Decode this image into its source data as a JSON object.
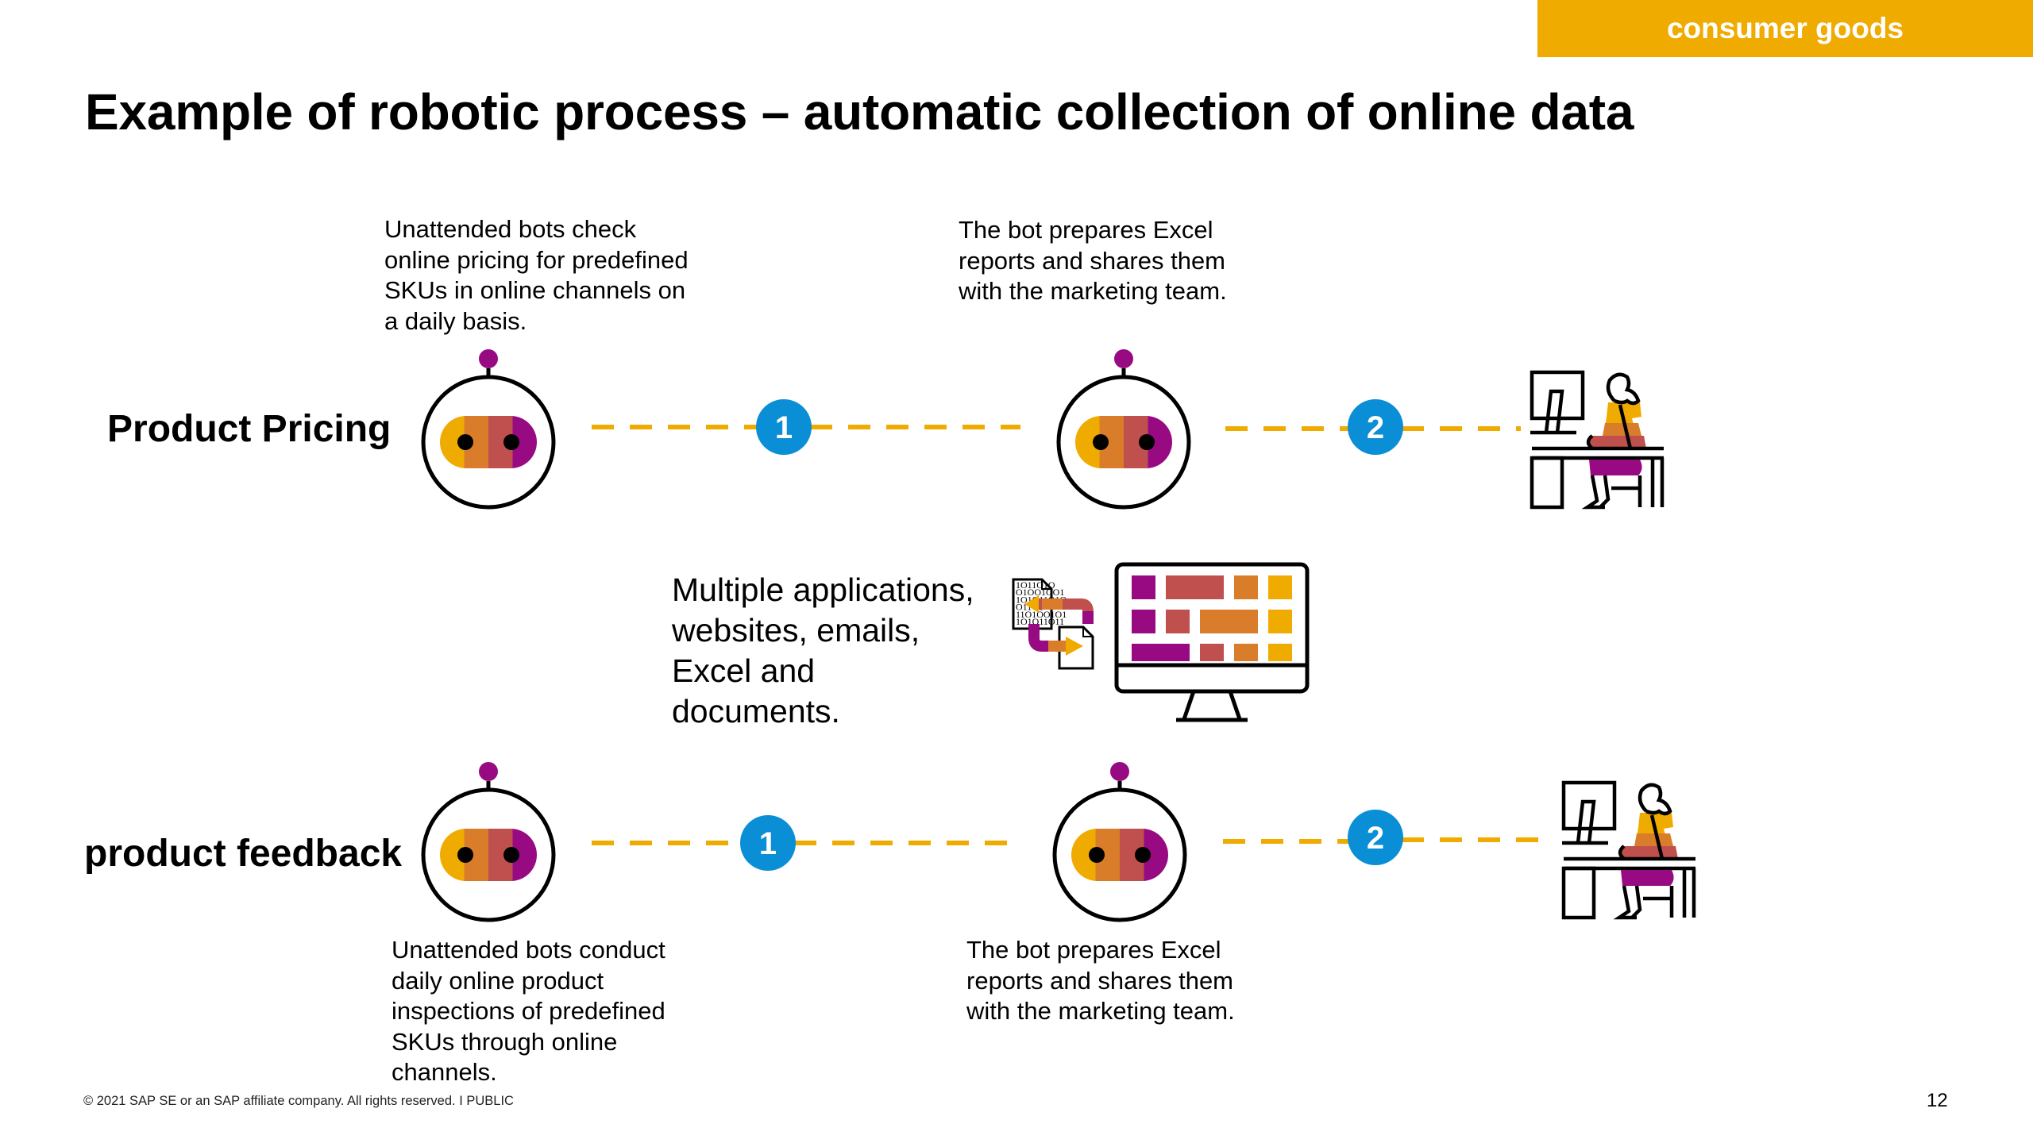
{
  "header": {
    "category_tag": "consumer goods",
    "title": "Example of robotic process – automatic collection of online data"
  },
  "colors": {
    "accent_gold": "#f0ab00",
    "accent_orange": "#d97d2b",
    "accent_red": "#c0504d",
    "accent_purple": "#970a82",
    "badge_blue": "#0a8ed6",
    "outline": "#000000"
  },
  "rows": [
    {
      "label": "Product Pricing",
      "step1_note": [
        "Unattended bots check",
        "online pricing for predefined",
        "SKUs in online channels on",
        "a daily basis."
      ],
      "step2_note": [
        "The bot prepares Excel",
        "reports and shares them",
        "with the marketing team."
      ],
      "badges": [
        "1",
        "2"
      ],
      "icons": [
        "bot-icon",
        "bot-icon",
        "person-at-desk-icon"
      ]
    },
    {
      "label": "product feedback",
      "step1_note": [
        "Unattended bots conduct",
        "daily online product",
        "inspections of predefined",
        "SKUs through online",
        "channels."
      ],
      "step2_note": [
        "The bot prepares Excel",
        "reports and shares them",
        "with the marketing team."
      ],
      "badges": [
        "1",
        "2"
      ],
      "icons": [
        "bot-icon",
        "bot-icon",
        "person-at-desk-icon"
      ]
    }
  ],
  "center": {
    "text": [
      "Multiple applications,",
      "websites, emails,",
      "Excel and",
      "documents."
    ],
    "binary_lines": [
      "1O11O1O",
      "O1OO1OO1",
      "1O1O11O1O",
      "O11O1",
      "11O1OO1O1",
      "1O1O11O11"
    ],
    "icons": [
      "document-exchange-icon",
      "monitor-dashboard-icon"
    ]
  },
  "footer": {
    "copyright": "© 2021 SAP SE or an SAP affiliate company. All rights reserved.  I   PUBLIC",
    "page_number": "12"
  }
}
